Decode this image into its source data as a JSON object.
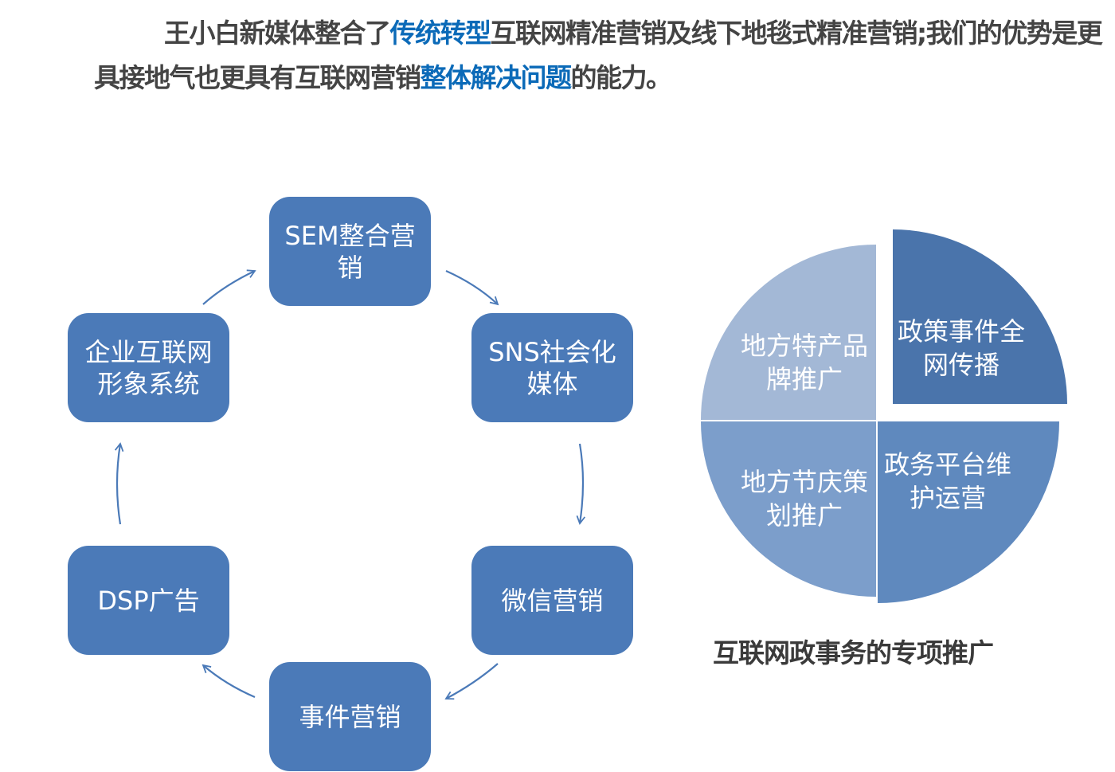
{
  "intro": {
    "part1": "王小白新媒体整合了",
    "highlight1": "传统转型",
    "part2": "互联网精准营销及线下地毯式精准营销;我们的优势是更具接地气也更具有互联网营销",
    "highlight2": "整体解决问题",
    "part3": "的能力。",
    "highlight_color": "#0b6ab8"
  },
  "cycle": {
    "box_color": "#4b7ab8",
    "arrow_color": "#4b7ab8",
    "nodes": [
      {
        "label": "SEM整合营销"
      },
      {
        "label": "SNS社会化媒体"
      },
      {
        "label": "微信营销"
      },
      {
        "label": "事件营销"
      },
      {
        "label": "DSP广告"
      },
      {
        "label": "企业互联网形象系统"
      }
    ]
  },
  "pie": {
    "segments": [
      {
        "label": "政策事件全网传播",
        "color": "#4a74ab"
      },
      {
        "label": "政务平台维护运营",
        "color": "#5f89be"
      },
      {
        "label": "地方节庆策划推广",
        "color": "#7c9ecb"
      },
      {
        "label": "地方特产品牌推广",
        "color": "#a3b8d6"
      }
    ],
    "caption": "互联网政事务的专项推广"
  }
}
